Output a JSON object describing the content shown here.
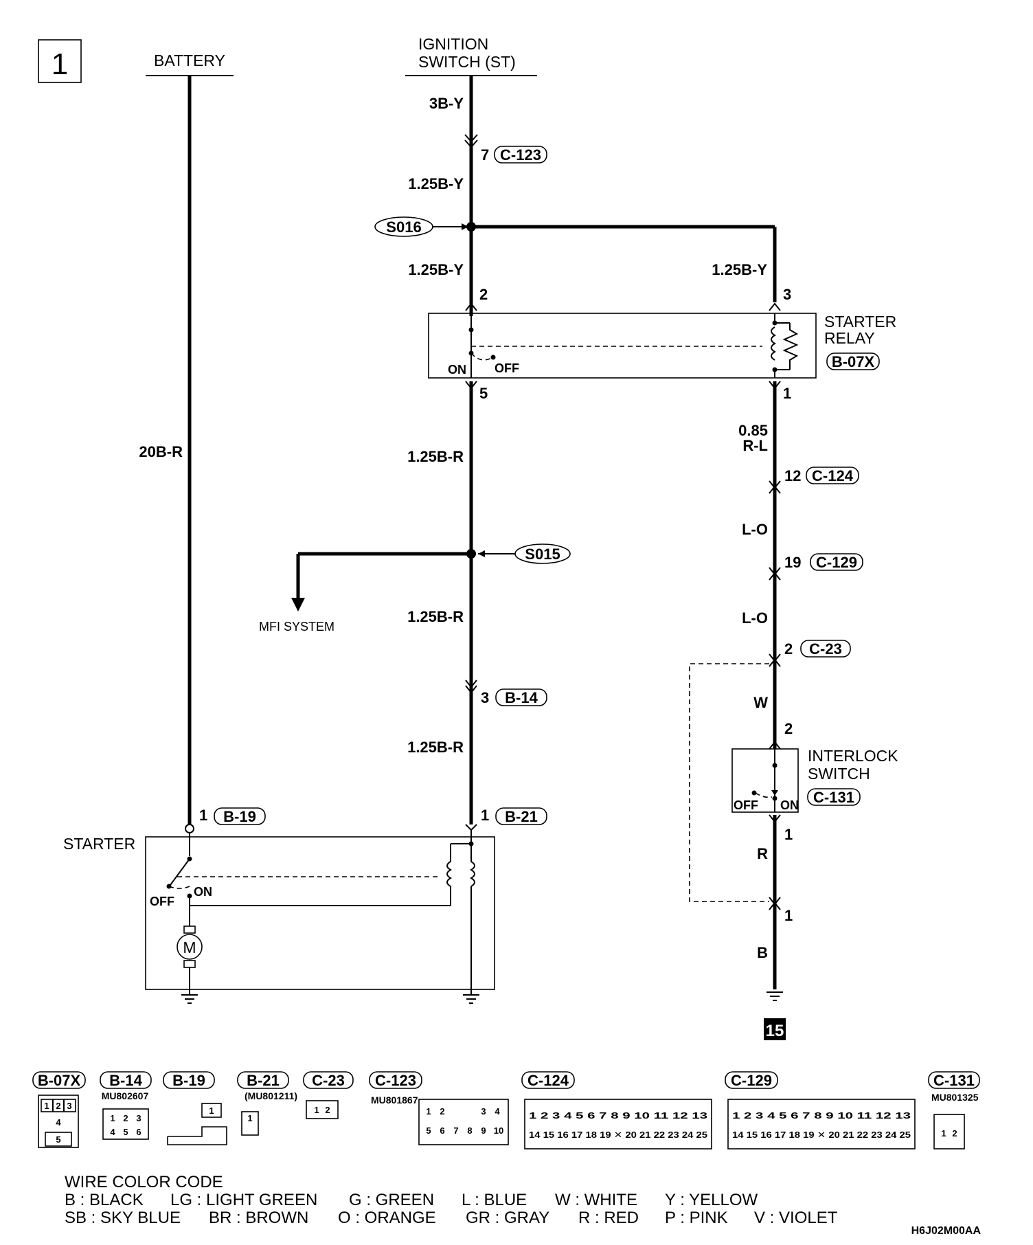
{
  "page": {
    "number": "1",
    "continuation": "15",
    "code": "H6J02M00AA"
  },
  "sources": {
    "battery": "BATTERY",
    "ignition_line1": "IGNITION",
    "ignition_line2": "SWITCH (ST)"
  },
  "wires": {
    "battery_main": "20B-R",
    "ign_top": "3B-Y",
    "ign_after_c123": "1.25B-Y",
    "ign_left_branch": "1.25B-Y",
    "ign_right_branch": "1.25B-Y",
    "relay_out": "1.25B-R",
    "mfi_after": "1.25B-R",
    "after_b14": "1.25B-R",
    "relay_coil_out_1": "0.85",
    "relay_coil_out_2": "R-L",
    "after_c124": "L-O",
    "after_c129": "L-O",
    "after_c23": "W",
    "after_interlock": "R",
    "to_ground": "B"
  },
  "splices": {
    "s016": "S016",
    "s015": "S015"
  },
  "connectors": {
    "c123": {
      "pin": "7",
      "id": "C-123"
    },
    "relay_pin2": "2",
    "relay_pin3": "3",
    "relay_pin5": "5",
    "relay_pin1": "1",
    "c124": {
      "pin": "12",
      "id": "C-124"
    },
    "c129": {
      "pin": "19",
      "id": "C-129"
    },
    "c23": {
      "pin": "2",
      "id": "C-23"
    },
    "interlock_pin2": "2",
    "interlock_pin1": "1",
    "lower_pin1": "1",
    "b14": {
      "pin": "3",
      "id": "B-14"
    },
    "b19": {
      "pin": "1",
      "id": "B-19"
    },
    "b21": {
      "pin": "1",
      "id": "B-21"
    }
  },
  "components": {
    "starter_relay_line1": "STARTER",
    "starter_relay_line2": "RELAY",
    "starter_relay_id": "B-07X",
    "relay_on": "ON",
    "relay_off": "OFF",
    "interlock_line1": "INTERLOCK",
    "interlock_line2": "SWITCH",
    "interlock_id": "C-131",
    "interlock_off": "OFF",
    "interlock_on": "ON",
    "starter": "STARTER",
    "starter_off": "OFF",
    "starter_on": "ON",
    "motor": "M",
    "mfi": "MFI SYSTEM"
  },
  "connector_views": [
    {
      "id": "B-07X",
      "part": ""
    },
    {
      "id": "B-14",
      "part": "MU802607"
    },
    {
      "id": "B-19",
      "part": ""
    },
    {
      "id": "B-21",
      "part": "(MU801211)"
    },
    {
      "id": "C-23",
      "part": ""
    },
    {
      "id": "C-123",
      "part": "MU801867"
    },
    {
      "id": "C-124",
      "part": ""
    },
    {
      "id": "C-129",
      "part": ""
    },
    {
      "id": "C-131",
      "part": "MU801325"
    }
  ],
  "wire_color_code": {
    "title": "WIRE COLOR CODE",
    "row1": [
      "B : BLACK",
      "LG : LIGHT GREEN",
      "G : GREEN",
      "L : BLUE",
      "W : WHITE",
      "Y : YELLOW"
    ],
    "row2": [
      "SB : SKY BLUE",
      "BR : BROWN",
      "O : ORANGE",
      "GR : GRAY",
      "R : RED",
      "P : PINK",
      "V : VIOLET"
    ]
  }
}
